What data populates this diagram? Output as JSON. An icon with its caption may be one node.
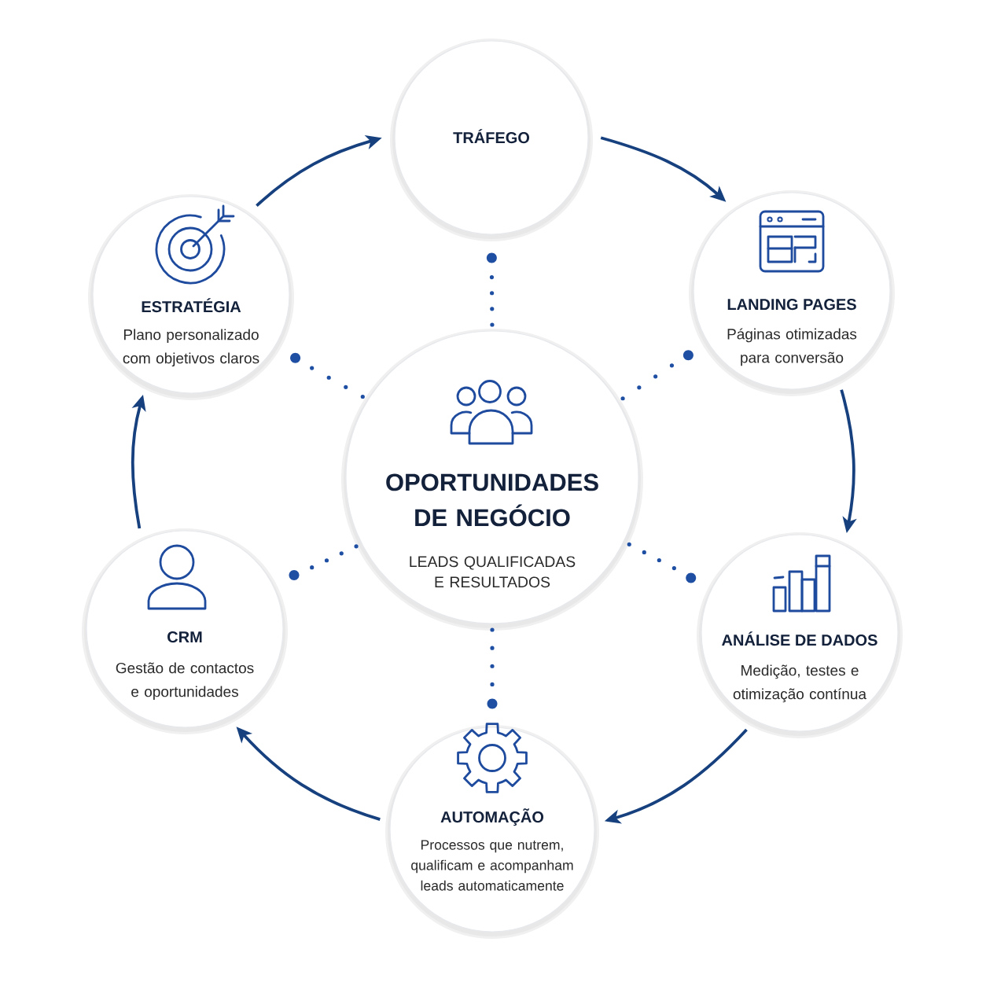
{
  "diagram": {
    "nodes": [
      {
        "text": [
          "TRÁFEGO"
        ]
      },
      {
        "text": [
          "ESTRATÉGIA",
          "Plano personalizado com objetivos claros"
        ]
      },
      {
        "text": [
          "LANDING PAGES",
          "Páginas otimizadas para conversão"
        ]
      },
      {
        "text": [
          "OPORTUNIDADES DE NEGÓCIO",
          "LEADS QUALIFICADAS E RESULTADOS"
        ]
      },
      {
        "text": [
          "CRM",
          "Gestão de contactos e oportunidades"
        ]
      },
      {
        "text": [
          "ANÁLISE DE DADOS",
          "Medição, testes e otimização contínua"
        ]
      },
      {
        "text": [
          "AUTOMAÇÃO",
          "Processos que nutrem, qualificam e acompanham leads automaticamente"
        ]
      }
    ],
    "edges": [
      {
        "from": 1,
        "to": 0,
        "arrow": "to"
      },
      {
        "from": 0,
        "to": 2,
        "arrow": "to"
      },
      {
        "from": 2,
        "to": 5,
        "arrow": "to"
      },
      {
        "from": 5,
        "to": 6,
        "arrow": "to"
      },
      {
        "from": 6,
        "to": 4,
        "arrow": "to"
      },
      {
        "from": 4,
        "to": 1,
        "arrow": "to"
      },
      {
        "from": 3,
        "to": 0,
        "arrow": "none",
        "style": "dashed",
        "color": "#1f4fa3"
      },
      {
        "from": 3,
        "to": 1,
        "arrow": "none",
        "style": "dashed",
        "color": "#1f4fa3"
      },
      {
        "from": 3,
        "to": 2,
        "arrow": "none",
        "style": "dashed",
        "color": "#1f4fa3"
      },
      {
        "from": 3,
        "to": 4,
        "arrow": "none",
        "style": "dashed",
        "color": "#1f4fa3"
      },
      {
        "from": 3,
        "to": 5,
        "arrow": "none",
        "style": "dashed",
        "color": "#1f4fa3"
      },
      {
        "from": 3,
        "to": 6,
        "arrow": "none",
        "style": "dashed",
        "color": "#1f4fa3"
      }
    ]
  }
}
